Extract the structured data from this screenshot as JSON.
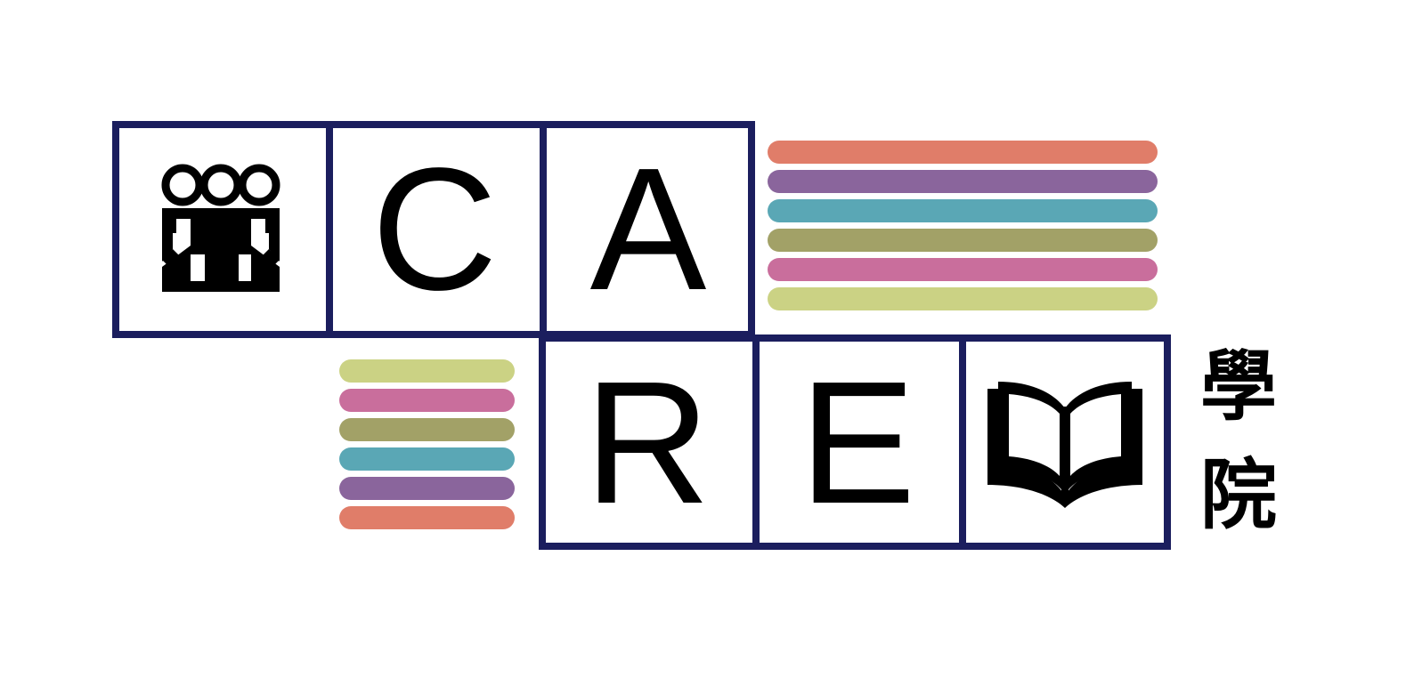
{
  "logo": {
    "name": "CARE Academy logo",
    "acronym": "CARE",
    "frame_color": "#1b1e5e",
    "letter_color": "#000000",
    "background_color": "#ffffff",
    "cells": [
      {
        "id": "people",
        "type": "icon",
        "label": "",
        "icon": "three-people-icon",
        "row": "top"
      },
      {
        "id": "c",
        "type": "letter",
        "label": "C",
        "icon": "",
        "row": "top"
      },
      {
        "id": "a",
        "type": "letter",
        "label": "A",
        "icon": "",
        "row": "top"
      },
      {
        "id": "r",
        "type": "letter",
        "label": "R",
        "icon": "",
        "row": "bottom"
      },
      {
        "id": "e",
        "type": "letter",
        "label": "E",
        "icon": "",
        "row": "bottom"
      },
      {
        "id": "book",
        "type": "icon",
        "label": "",
        "icon": "open-book-icon",
        "row": "bottom"
      }
    ],
    "wordmark_cjk": {
      "full": "學院",
      "chars": [
        "學",
        "院"
      ]
    },
    "palette": {
      "coral": "#e07d69",
      "purple": "#8a659c",
      "teal": "#5aa7b5",
      "olive": "#a2a167",
      "pink": "#c96e9c",
      "lime": "#cbd284",
      "navy": "#1b1e5e",
      "black": "#000000",
      "white": "#ffffff"
    },
    "bar_groups": [
      {
        "id": "top-right-bars",
        "position": "top-right",
        "count": 6,
        "colors": [
          "#e07d69",
          "#8a659c",
          "#5aa7b5",
          "#a2a167",
          "#c96e9c",
          "#cbd284"
        ]
      },
      {
        "id": "bottom-left-bars",
        "position": "bottom-left",
        "count": 6,
        "colors": [
          "#cbd284",
          "#c96e9c",
          "#a2a167",
          "#5aa7b5",
          "#8a659c",
          "#e07d69"
        ]
      }
    ]
  }
}
